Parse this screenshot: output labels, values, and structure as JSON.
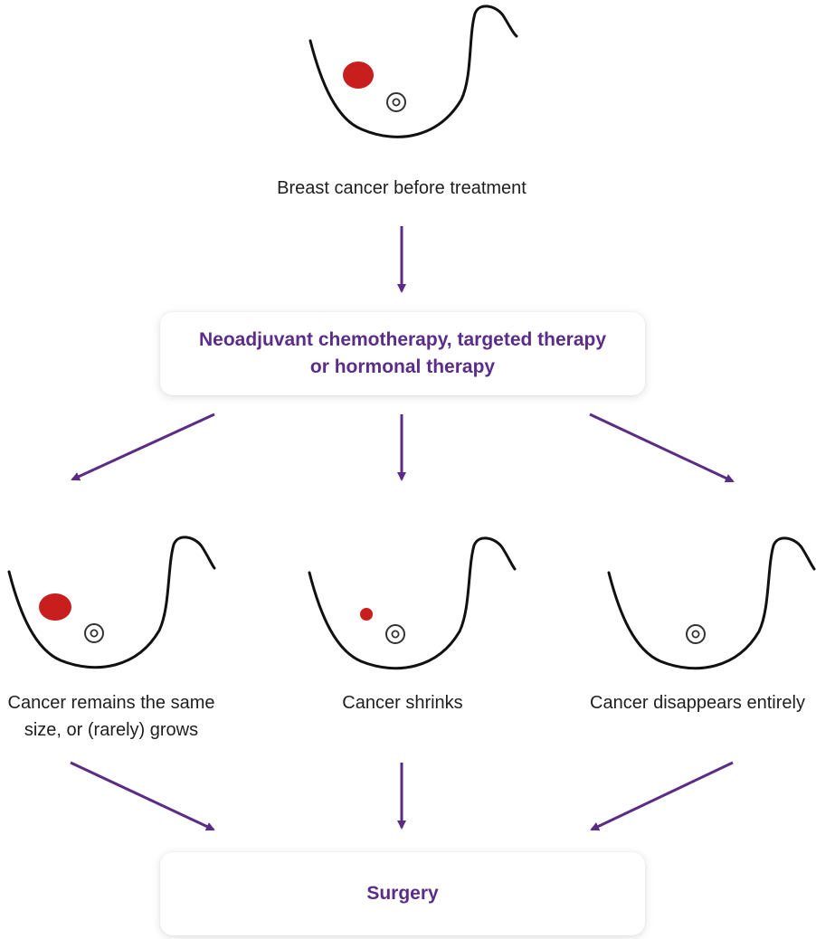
{
  "colors": {
    "arrow": "#5b2c86",
    "box_text": "#5a2d8a",
    "tumor": "#c81e1e",
    "outline": "#111111"
  },
  "top": {
    "caption": "Breast cancer before treatment"
  },
  "treatment_box": {
    "line1": "Neoadjuvant chemotherapy, targeted therapy",
    "line2": "or hormonal therapy"
  },
  "outcomes": [
    {
      "line1": "Cancer remains the same",
      "line2": "size, or (rarely) grows"
    },
    {
      "line1": "Cancer shrinks",
      "line2": ""
    },
    {
      "line1": "Cancer disappears entirely",
      "line2": ""
    }
  ],
  "surgery_box": {
    "label": "Surgery"
  }
}
